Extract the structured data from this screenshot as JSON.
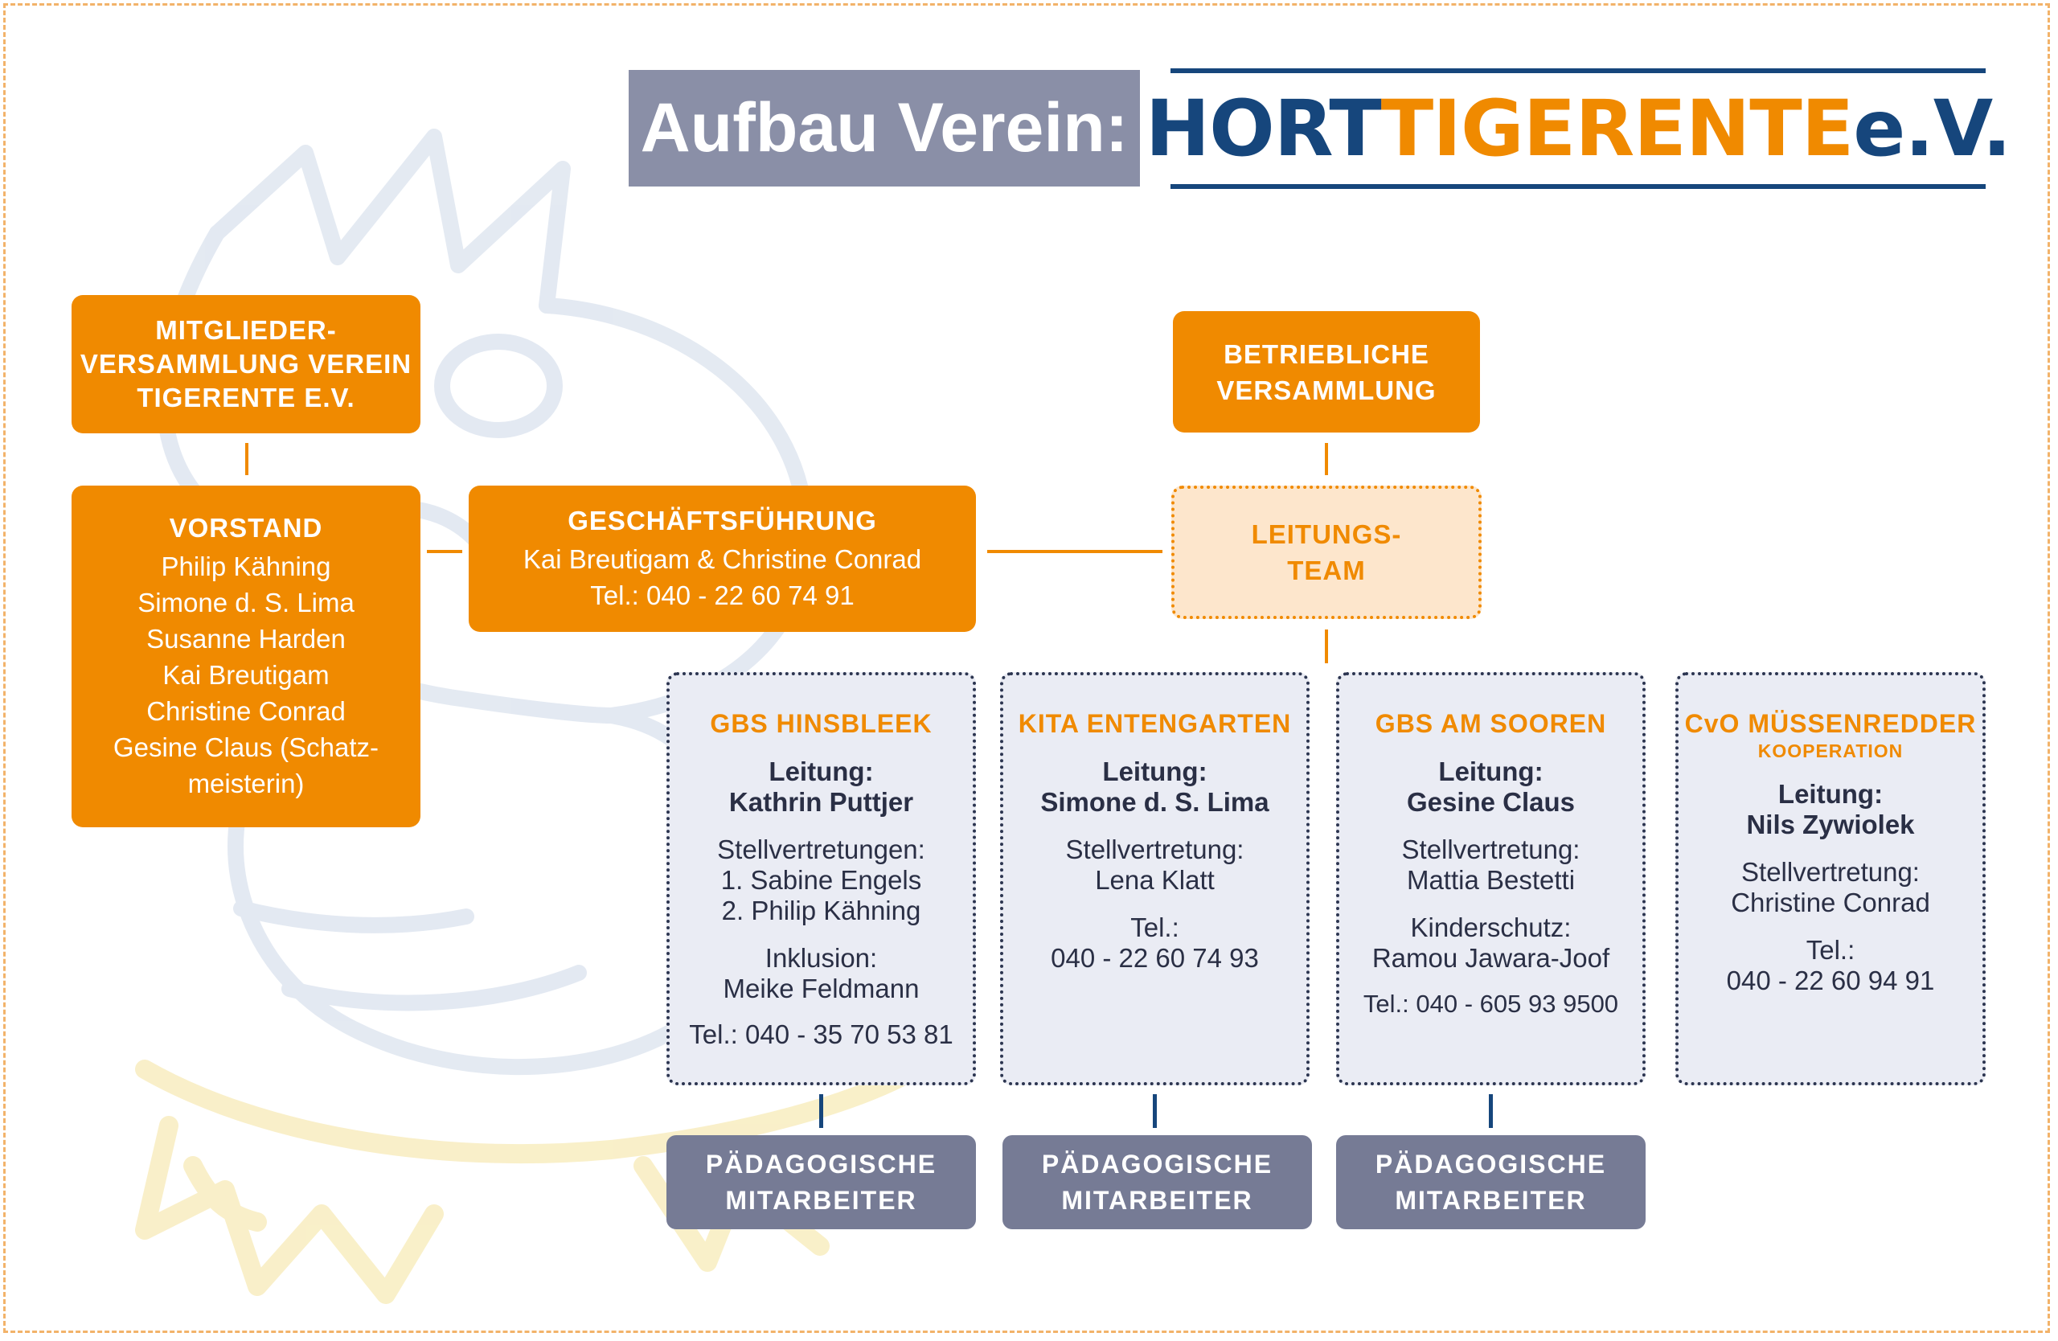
{
  "title": {
    "label": "Aufbau Verein:",
    "brand_part1": "HORT",
    "brand_part2": "TIGERENTE",
    "brand_part3": "e.V."
  },
  "colors": {
    "orange": "#f08a00",
    "navy": "#16467c",
    "slate": "#767b95",
    "unit_bg": "#eaecf4",
    "team_bg": "#fde6cc"
  },
  "mitglieder": {
    "lines": [
      "MITGLIEDER-",
      "VERSAMMLUNG VEREIN",
      "TIGERENTE E.V."
    ]
  },
  "vorstand": {
    "title": "VORSTAND",
    "members": [
      "Philip Kähning",
      "Simone d. S. Lima",
      "Susanne Harden",
      "Kai Breutigam",
      "Christine Conrad",
      "Gesine Claus (Schatz-",
      "meisterin)"
    ]
  },
  "geschaeftsfuehrung": {
    "title": "GESCHÄFTSFÜHRUNG",
    "names": "Kai Breutigam & Christine Conrad",
    "phone": "Tel.: 040 - 22 60 74 91"
  },
  "betrieblich": {
    "lines": [
      "BETRIEBLICHE",
      "VERSAMMLUNG"
    ]
  },
  "leitungsteam": {
    "lines": [
      "LEITUNGS-",
      "TEAM"
    ]
  },
  "units": [
    {
      "name": "GBS HINSBLEEK",
      "leitung_label": "Leitung:",
      "leitung_name": "Kathrin Puttjer",
      "stell_label": "Stellvertretungen:",
      "stell_lines": [
        "1. Sabine Engels",
        "2. Philip Kähning"
      ],
      "extra_label": "Inklusion:",
      "extra_name": "Meike Feldmann",
      "phone": "Tel.: 040 - 35 70 53 81"
    },
    {
      "name": "KITA ENTENGARTEN",
      "leitung_label": "Leitung:",
      "leitung_name": "Simone d. S. Lima",
      "stell_label": "Stellvertretung:",
      "stell_name": "Lena Klatt",
      "tel_label": "Tel.:",
      "tel_number": "040 - 22 60 74 93"
    },
    {
      "name": "GBS AM SOOREN",
      "leitung_label": "Leitung:",
      "leitung_name": "Gesine Claus",
      "stell_label": "Stellvertretung:",
      "stell_name": "Mattia Bestetti",
      "extra_label": "Kinderschutz:",
      "extra_name": "Ramou Jawara-Joof",
      "phone": "Tel.: 040 - 605 93 9500"
    },
    {
      "name": "CvO MÜSSENREDDER",
      "subtitle": "KOOPERATION",
      "leitung_label": "Leitung:",
      "leitung_name": "Nils Zywiolek",
      "stell_label": "Stellvertretung:",
      "stell_name": "Christine Conrad",
      "tel_label": "Tel.:",
      "tel_number": "040 - 22 60 94 91"
    }
  ],
  "staff": {
    "lines": [
      "PÄDAGOGISCHE",
      "MITARBEITER"
    ]
  }
}
